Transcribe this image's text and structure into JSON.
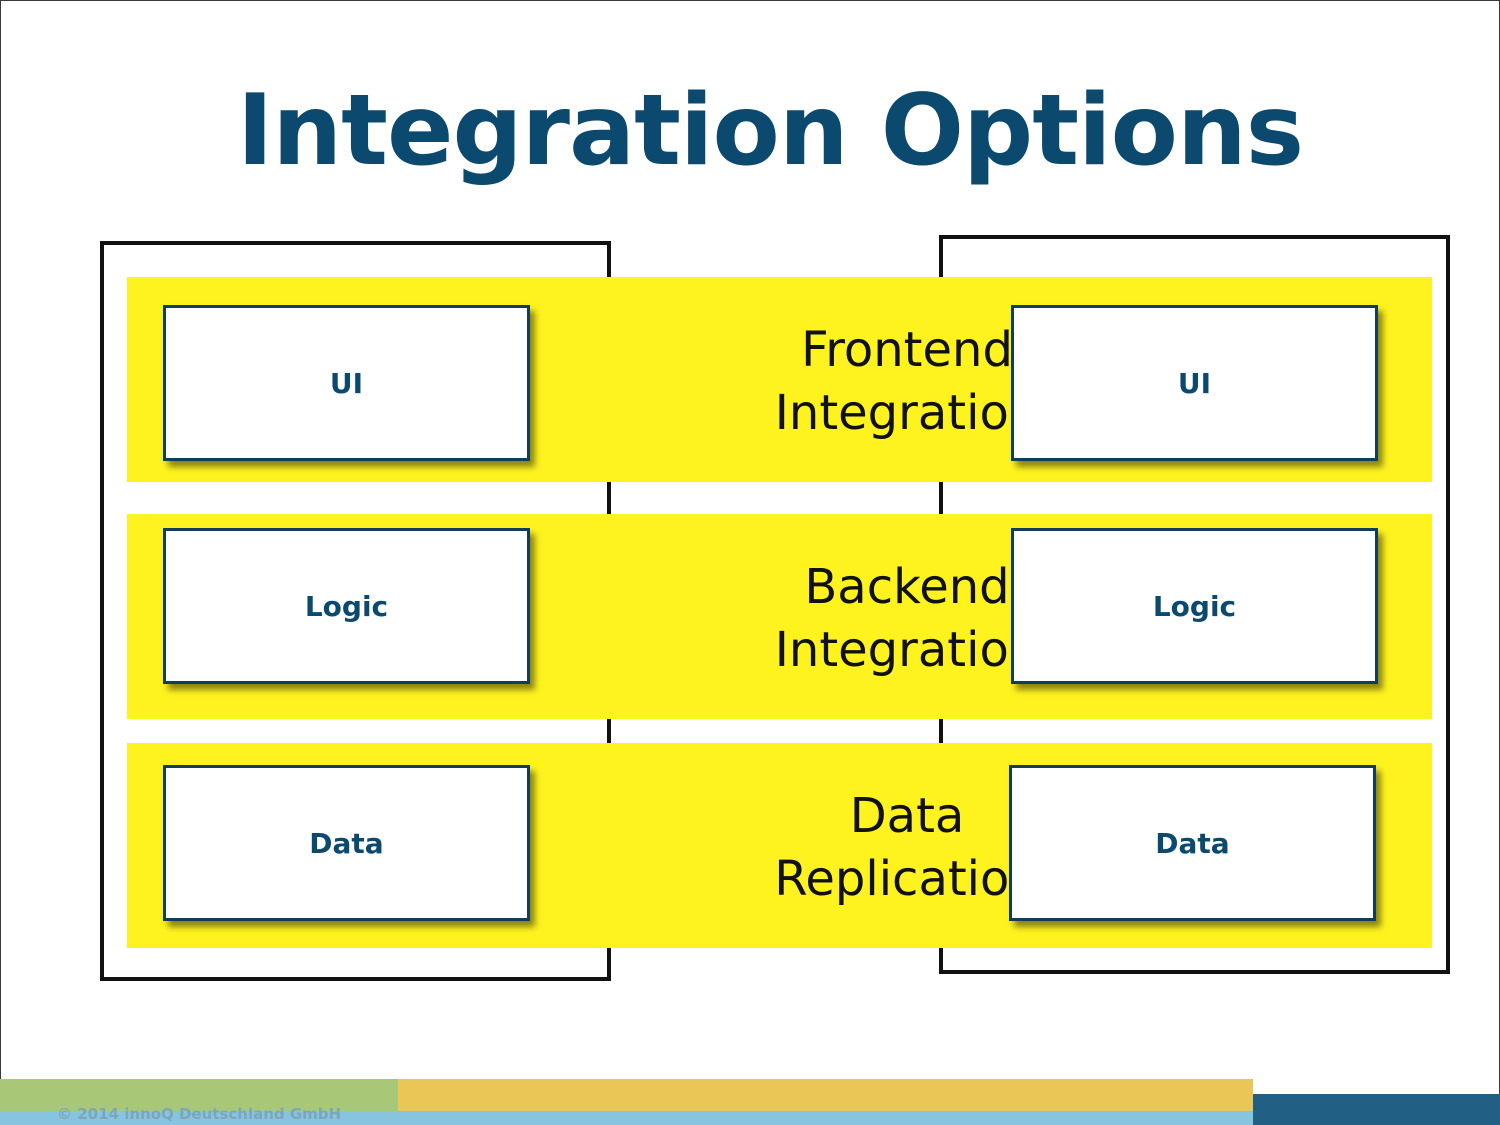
{
  "title": "Integration Options",
  "bands": [
    {
      "line1": "Frontend",
      "line2": "Integration",
      "left_box": "UI",
      "right_box": "UI"
    },
    {
      "line1": "Backend",
      "line2": "Integration",
      "left_box": "Logic",
      "right_box": "Logic"
    },
    {
      "line1": "Data",
      "line2": "Replication",
      "left_box": "Data",
      "right_box": "Data"
    }
  ],
  "footer": {
    "copyright": "© 2014 innoQ Deutschland GmbH"
  },
  "colors": {
    "title": "#0b4a6e",
    "band": "#fff31f",
    "box_border": "#0f3d5c",
    "footer_navy": "#215f85"
  }
}
